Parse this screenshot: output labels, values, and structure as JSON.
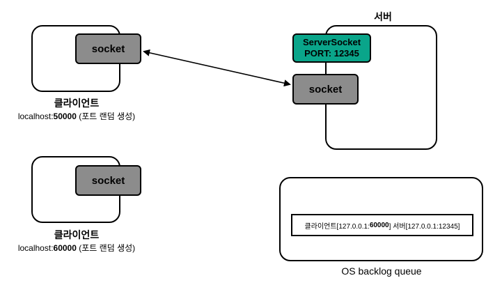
{
  "client1": {
    "socket_label": "socket",
    "title": "클라이언트",
    "address_prefix": "localhost:",
    "address_port": "50000",
    "address_suffix": " (포트 랜덤 생성)"
  },
  "client2": {
    "socket_label": "socket",
    "title": "클라이언트",
    "address_prefix": "localhost:",
    "address_port": "60000",
    "address_suffix": " (포트 랜덤 생성)"
  },
  "server": {
    "title": "서버",
    "server_socket_line1": "ServerSocket",
    "server_socket_line2": "PORT: 12345",
    "socket_label": "socket"
  },
  "queue": {
    "caption": "OS backlog queue",
    "item_prefix": "클라이언트[127.0.0.1:",
    "item_port": "60000",
    "item_suffix": "] 서버[127.0.0.1:12345]"
  },
  "colors": {
    "socket": "#8c8c8c",
    "server_socket": "#0aa58a"
  }
}
